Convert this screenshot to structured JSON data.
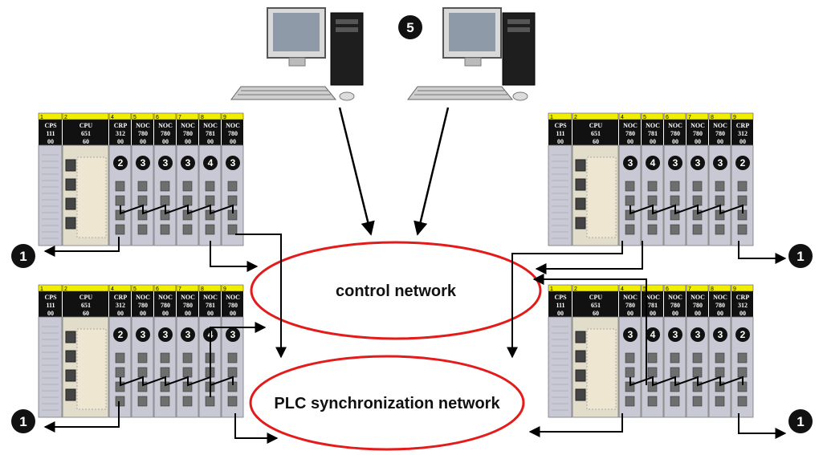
{
  "networks": {
    "control": "control network",
    "sync": "PLC synchronization network"
  },
  "callouts": {
    "workstations": "5",
    "remote": "1"
  },
  "racks": [
    {
      "id": "top-left",
      "slots": [
        {
          "num": "1",
          "lines": [
            "CPS",
            "111",
            "00"
          ]
        },
        {
          "num": "2",
          "lines": [
            "CPU",
            "651",
            "60"
          ]
        },
        {
          "num": "4",
          "lines": [
            "CRP",
            "312",
            "00"
          ],
          "badge": "2"
        },
        {
          "num": "5",
          "lines": [
            "NOC",
            "780",
            "00"
          ],
          "badge": "3"
        },
        {
          "num": "6",
          "lines": [
            "NOC",
            "780",
            "00"
          ],
          "badge": "3"
        },
        {
          "num": "7",
          "lines": [
            "NOC",
            "780",
            "00"
          ],
          "badge": "3"
        },
        {
          "num": "8",
          "lines": [
            "NOC",
            "781",
            "00"
          ],
          "badge": "4"
        },
        {
          "num": "9",
          "lines": [
            "NOC",
            "780",
            "00"
          ],
          "badge": "3"
        }
      ]
    },
    {
      "id": "bottom-left",
      "slots": [
        {
          "num": "1",
          "lines": [
            "CPS",
            "111",
            "00"
          ]
        },
        {
          "num": "2",
          "lines": [
            "CPU",
            "651",
            "60"
          ]
        },
        {
          "num": "4",
          "lines": [
            "CRP",
            "312",
            "00"
          ],
          "badge": "2"
        },
        {
          "num": "5",
          "lines": [
            "NOC",
            "780",
            "00"
          ],
          "badge": "3"
        },
        {
          "num": "6",
          "lines": [
            "NOC",
            "780",
            "00"
          ],
          "badge": "3"
        },
        {
          "num": "7",
          "lines": [
            "NOC",
            "780",
            "00"
          ],
          "badge": "3"
        },
        {
          "num": "8",
          "lines": [
            "NOC",
            "781",
            "00"
          ],
          "badge": "4"
        },
        {
          "num": "9",
          "lines": [
            "NOC",
            "780",
            "00"
          ],
          "badge": "3"
        }
      ]
    },
    {
      "id": "top-right",
      "slots": [
        {
          "num": "1",
          "lines": [
            "CPS",
            "111",
            "00"
          ]
        },
        {
          "num": "2",
          "lines": [
            "CPU",
            "651",
            "60"
          ]
        },
        {
          "num": "4",
          "lines": [
            "NOC",
            "780",
            "00"
          ],
          "badge": "3"
        },
        {
          "num": "5",
          "lines": [
            "NOC",
            "781",
            "00"
          ],
          "badge": "4"
        },
        {
          "num": "6",
          "lines": [
            "NOC",
            "780",
            "00"
          ],
          "badge": "3"
        },
        {
          "num": "7",
          "lines": [
            "NOC",
            "780",
            "00"
          ],
          "badge": "3"
        },
        {
          "num": "8",
          "lines": [
            "NOC",
            "780",
            "00"
          ],
          "badge": "3"
        },
        {
          "num": "9",
          "lines": [
            "CRP",
            "312",
            "00"
          ],
          "badge": "2"
        }
      ]
    },
    {
      "id": "bottom-right",
      "slots": [
        {
          "num": "1",
          "lines": [
            "CPS",
            "111",
            "00"
          ]
        },
        {
          "num": "2",
          "lines": [
            "CPU",
            "651",
            "60"
          ]
        },
        {
          "num": "4",
          "lines": [
            "NOC",
            "780",
            "00"
          ],
          "badge": "3"
        },
        {
          "num": "5",
          "lines": [
            "NOC",
            "781",
            "00"
          ],
          "badge": "4"
        },
        {
          "num": "6",
          "lines": [
            "NOC",
            "780",
            "00"
          ],
          "badge": "3"
        },
        {
          "num": "7",
          "lines": [
            "NOC",
            "780",
            "00"
          ],
          "badge": "3"
        },
        {
          "num": "8",
          "lines": [
            "NOC",
            "780",
            "00"
          ],
          "badge": "3"
        },
        {
          "num": "9",
          "lines": [
            "CRP",
            "312",
            "00"
          ],
          "badge": "2"
        }
      ]
    }
  ],
  "colors": {
    "network_ring": "#e31b1b",
    "label_strip": "#f2ee00",
    "module_head": "#111111",
    "module_body": "#c9c9d6",
    "cpu_body": "#e2dccb",
    "cable": "#000000"
  },
  "icons": {
    "workstation": "desktop-computer-icon",
    "plc_rack": "plc-rack-icon",
    "remote_arrow": "arrow-right-icon"
  }
}
